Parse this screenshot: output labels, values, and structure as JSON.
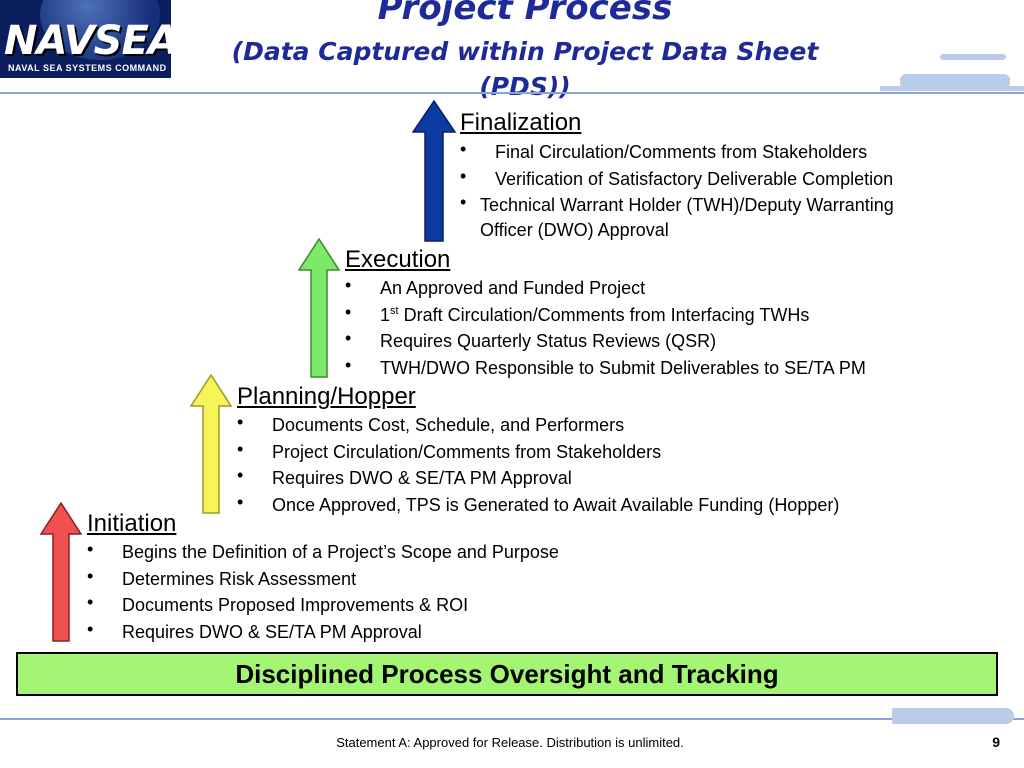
{
  "logo": {
    "text": "NAVSEA",
    "subtitle": "NAVAL SEA SYSTEMS COMMAND"
  },
  "title": {
    "main": "Project Process",
    "sub_line1": "(Data Captured within Project Data Sheet",
    "sub_line2": "(PDS))"
  },
  "colors": {
    "title": "#1f2a99",
    "finalization": "#0b3aa0",
    "execution": "#7ee868",
    "planning": "#f5f55a",
    "initiation": "#f05050",
    "banner": "#a4f573"
  },
  "stages": {
    "finalization": {
      "title": "Finalization",
      "items": [
        "Final Circulation/Comments from Stakeholders",
        "Verification of Satisfactory Deliverable Completion",
        "Technical Warrant Holder (TWH)/Deputy Warranting",
        "Officer (DWO) Approval"
      ]
    },
    "execution": {
      "title": "Execution",
      "items": {
        "a": "An Approved and Funded Project",
        "b_prefix": "1",
        "b_sup": "st",
        "b_rest": " Draft Circulation/Comments from Interfacing TWHs",
        "c": "Requires Quarterly Status Reviews (QSR)",
        "d": "TWH/DWO Responsible to Submit Deliverables to SE/TA PM"
      }
    },
    "planning": {
      "title": "Planning/Hopper",
      "items": [
        "Documents Cost, Schedule, and Performers",
        "Project Circulation/Comments from Stakeholders",
        "Requires DWO & SE/TA PM Approval",
        "Once Approved, TPS is Generated to Await Available Funding (Hopper)"
      ]
    },
    "initiation": {
      "title": "Initiation",
      "items": [
        "Begins the Definition of a Project’s Scope and Purpose",
        "Determines Risk Assessment",
        "Documents Proposed Improvements & ROI",
        "Requires DWO & SE/TA PM Approval"
      ]
    }
  },
  "bullet": "•",
  "banner": "Disciplined Process Oversight and Tracking",
  "footer": "Statement A:  Approved for Release.  Distribution is unlimited.",
  "page_number": "9"
}
